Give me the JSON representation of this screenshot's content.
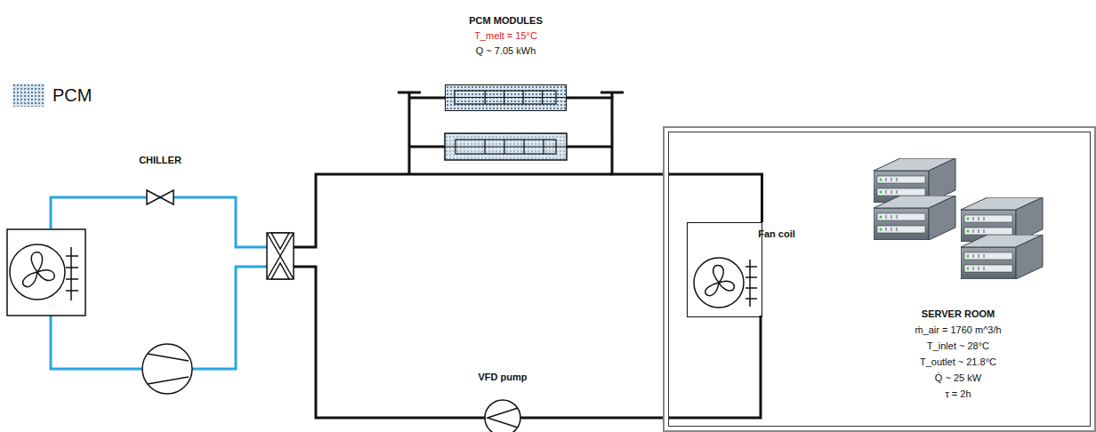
{
  "diagram": {
    "nodes": [
      {
        "text": [
          "PCM MODULES",
          "T_melt = 15°C",
          "Q ~ 7.05 kWh"
        ]
      },
      {
        "text": [
          "SERVER ROOM",
          "ṁ_air = 1760 m^3/h",
          "T_inlet ~ 28°C",
          "T_outlet ~ 21.8°C",
          "Q̇ ~ 25 kW",
          "τ = 2h"
        ]
      },
      {
        "text": [
          "Fan coil"
        ],
        "in": 1
      }
    ],
    "edges": [
      {
        "from": 0,
        "to": 2,
        "arrow": "none"
      }
    ],
    "labels": [
      "CHILLER",
      "VFD pump"
    ],
    "legend": [
      {
        "text": "PCM",
        "color": "#dbe7f0"
      }
    ]
  }
}
